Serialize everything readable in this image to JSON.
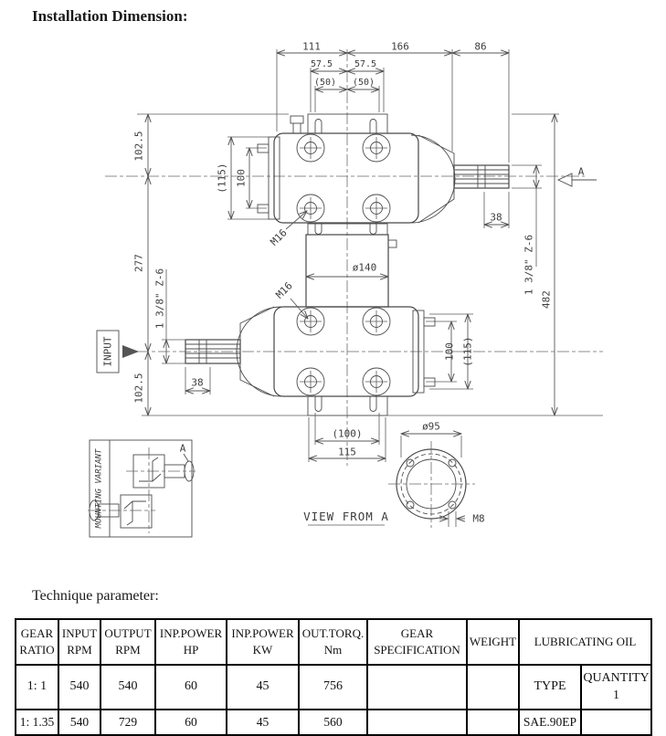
{
  "page": {
    "title": "Installation Dimension:"
  },
  "drawing": {
    "labels": {
      "dim_111": "111",
      "dim_166": "166",
      "dim_86": "86",
      "dim_57_5_a": "57.5",
      "dim_57_5_b": "57.5",
      "dim_50_a": "(50)",
      "dim_50_b": "(50)",
      "dim_102_5_top": "102.5",
      "dim_277": "277",
      "dim_102_5_bottom": "102.5",
      "dim_115_upper": "(115)",
      "dim_100_upper": "100",
      "m16_upper": "M16",
      "m16_lower": "M16",
      "dia_140": "ø140",
      "spline_right": "1 3/8\" Z-6",
      "dim_482": "482",
      "dim_38_upper": "38",
      "section_letter": "A",
      "spline_left": "1 3/8\" Z-6",
      "input": "INPUT",
      "dim_38_lower": "38",
      "dim_100_lower": "100",
      "dim_115_lower": "(115)",
      "dim_100_bottom": "(100)",
      "dim_115_bottom": "115",
      "dia_95": "ø95",
      "m8": "M8",
      "view_from_a": "VIEW FROM A",
      "mounting_variant": "MOUNTING VARIANT",
      "variant_letter": "A"
    }
  },
  "parameters": {
    "caption": "Technique parameter:",
    "headers": {
      "gear_ratio": "GEAR\nRATIO",
      "input_rpm": "INPUT\nRPM",
      "output_rpm": "OUTPUT\nRPM",
      "inp_power_hp": "INP.POWER\nHP",
      "inp_power_kw": "INP.POWER\nKW",
      "out_torq": "OUT.TORQ.\nNm",
      "gear_specification": "GEAR\nSPECIFICATION",
      "weight": "WEIGHT",
      "lubricating_oil": "LUBRICATING OIL"
    },
    "rows": [
      [
        "1: 1",
        "540",
        "540",
        "60",
        "45",
        "756",
        "",
        "",
        "TYPE",
        "QUANTITY\n1"
      ],
      [
        "1: 1.35",
        "540",
        "729",
        "60",
        "45",
        "560",
        "",
        "",
        "SAE.90EP",
        ""
      ]
    ]
  }
}
